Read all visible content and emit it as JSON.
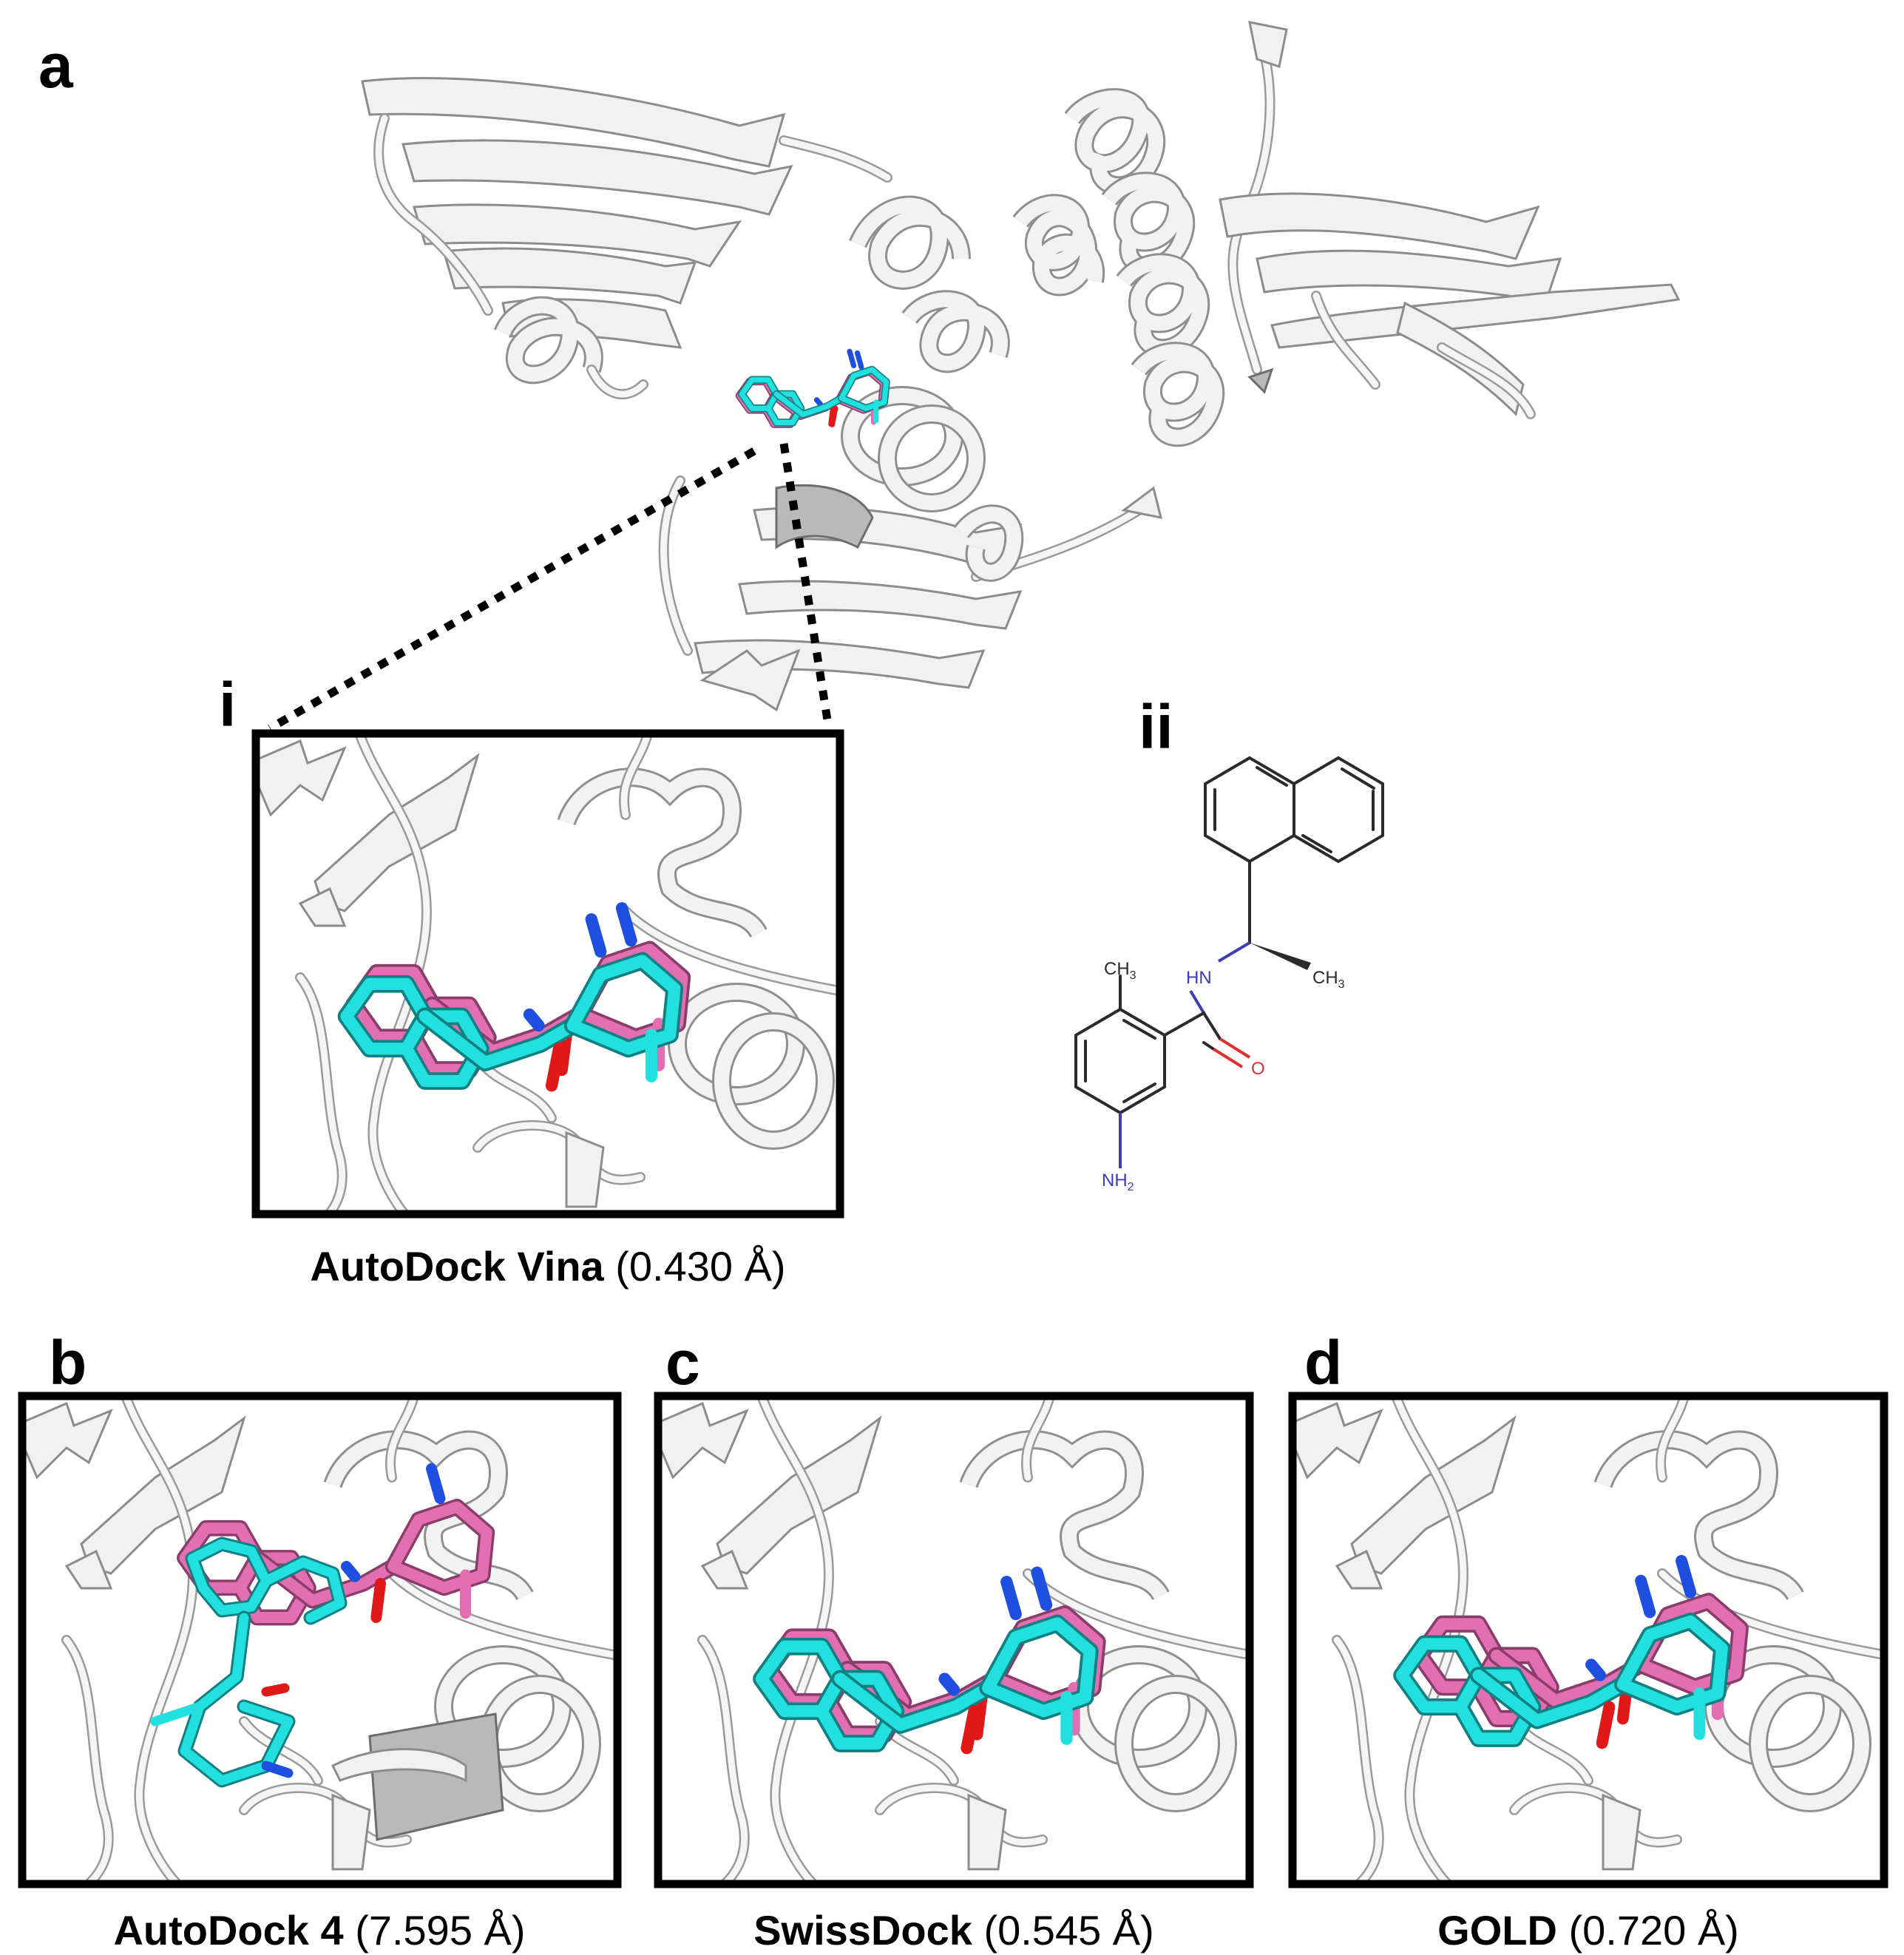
{
  "panels": {
    "a": {
      "letter": "a"
    },
    "i": {
      "letter": "i",
      "method": "AutoDock Vina",
      "rmsd": "(0.430 Å)"
    },
    "ii": {
      "letter": "ii"
    },
    "b": {
      "letter": "b",
      "method": "AutoDock 4",
      "rmsd": "(7.595 Å)"
    },
    "c": {
      "letter": "c",
      "method": "SwissDock",
      "rmsd": "(0.545 Å)"
    },
    "d": {
      "letter": "d",
      "method": "GOLD",
      "rmsd": "(0.720 Å)"
    }
  },
  "structure": {
    "atoms": {
      "ch3_ring": "CH",
      "ch3_ring_sub": "3",
      "hn": "HN",
      "ch3_chain": "CH",
      "ch3_chain_sub": "3",
      "o": "O",
      "nh2": "NH",
      "nh2_sub": "2"
    }
  },
  "colors": {
    "reference_pose": "#e36fb3",
    "docked_pose": "#22e0e0",
    "nitrogen": "#1e4fe0",
    "oxygen": "#e01818",
    "protein_ribbon": "#f1f1f1"
  }
}
